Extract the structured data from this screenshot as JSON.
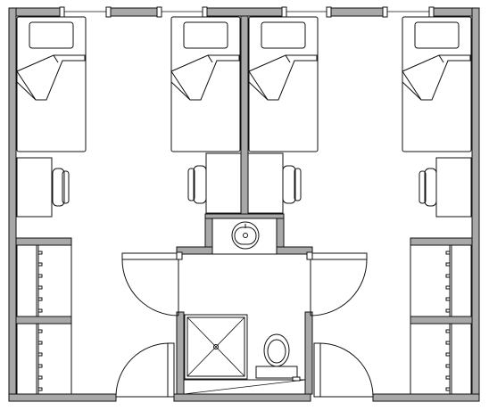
{
  "plan": {
    "labels": [],
    "rooms": [
      {
        "name": "bedroom-left",
        "beds": 2,
        "desks": 2,
        "wardrobes": 2
      },
      {
        "name": "bathroom",
        "fixtures": [
          "sink",
          "shower",
          "toilet"
        ]
      },
      {
        "name": "bedroom-right",
        "beds": 2,
        "desks": 2,
        "wardrobes": 2
      }
    ],
    "colors": {
      "wall": "#a8a8a8",
      "line": "#111111",
      "background": "#ffffff"
    }
  }
}
